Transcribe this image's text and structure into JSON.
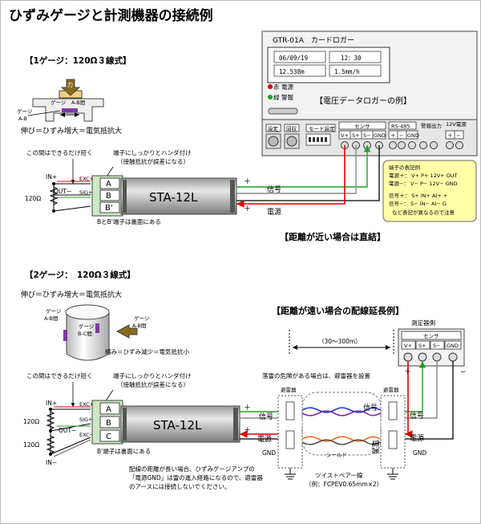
{
  "title": "ひずみゲージと計測機器の接続例",
  "logger": {
    "name": "GTR-01A　カードロガー",
    "date": "06/09/19",
    "time": "12：30",
    "reading1": "12.538m",
    "reading2": "1.5mm/h",
    "power_label": "電源",
    "alarm_label": "警報",
    "mark_red": "赤",
    "mark_green": "緑",
    "example_label": "【電圧データロガーの例】",
    "btn_settings": "設定",
    "btn_collect": "回収",
    "btn_mode": "モード設定",
    "sensor_label": "センサ",
    "rs485_label": "RS-485",
    "alarm_out_label": "警報出力",
    "v12_label": "12V電源",
    "term_vplus": "V+",
    "term_splus": "S+",
    "term_sminus": "S−",
    "term_gnd": "GND",
    "term_plus": "＋",
    "term_minus": "−"
  },
  "section1": {
    "heading": "【1ゲージ：120Ω３線式】",
    "force_label": "力",
    "gauge_ab_label": "ゲージ　A-B間",
    "gauge_label": "ゲージ",
    "ab_label": "A-B",
    "stretch_text": "伸び＝ひずみ増大＝電気抵抗大",
    "short_note": "この間はできるだけ短く",
    "solder_note1": "端子にしっかりとハンダ付け",
    "solder_note2": "（接触抵抗が誤差になる）",
    "in_plus": "IN+",
    "out_minus": "OUT−",
    "resistance": "120Ω",
    "exc_plus": "EXC+",
    "sig_plus": "SIG+",
    "term_a": "A",
    "term_b": "B",
    "term_bp": "B'",
    "amp_name": "STA-12L",
    "back_note": "BとB'端子は裏面にある",
    "signal_label": "信号",
    "power_label": "電源",
    "plus": "＋",
    "minus": "−",
    "direct_note": "【距離が近い場合は直結】"
  },
  "terminal_note": {
    "lines": [
      "端子の表記例",
      "電源＋：  V+  P+  12V+  OUT",
      "電源−：  V−  P−  12V−  GND",
      "",
      "信号＋：  S+  IN+  AI+  +",
      "信号−：  S−  IN−  AI−  G",
      "など表記が異なるので注意"
    ]
  },
  "section2": {
    "heading": "【2ゲージ：　120Ω３線式】",
    "stretch_text": "伸び＝ひずみ増大＝電気抵抗大",
    "gauge_ab": "ゲージ\nA-B間",
    "gauge_bc": "ゲージ\nB-C間",
    "gauge_ab_right": "ゲージ\nA-B間",
    "shrink_text": "縮み＝ひずみ減少＝電気抵抗小",
    "short_note": "この間はできるだけ短く",
    "solder_note1": "端子にしっかりとハンダ付け",
    "solder_note2": "（接触抵抗が誤差になる）",
    "in_plus": "IN+",
    "in_minus": "IN−",
    "out_minus": "OUT−",
    "r1": "120Ω",
    "r2": "120Ω",
    "exc_plus": "EXC+",
    "sig_plus": "SIG+",
    "exc_minus": "EXC−",
    "term_a": "A",
    "term_b": "B",
    "term_c": "C",
    "amp_name": "STA-12L",
    "back_note": "B'端子は裏面にある",
    "long_heading": "【距離が遠い場合の配線延長例】",
    "distance": "（30〜300m）",
    "instrument_label": "測定器側",
    "sensor_label": "センサ",
    "term_vplus": "V+",
    "term_splus": "S+",
    "term_sminus": "S−",
    "term_gnd": "GND",
    "lightning_note": "落雷の危険がある場合は、避雷器を設置",
    "arrester": "避雷器",
    "signal_label": "信号",
    "power_label": "電源",
    "gnd_label": "GND",
    "shield_label": "シールド",
    "twisted_label": "ツイストペアー線",
    "twisted_spec": "（例：FCPEV0.65mm×2）",
    "plus": "＋",
    "minus": "−",
    "bottom_note": [
      "配線の距離が長い場合、ひずみゲージアンプの",
      "「電源GND」は雷の進入経路になるので、避雷器",
      "のアースには接続しないでください。"
    ]
  }
}
